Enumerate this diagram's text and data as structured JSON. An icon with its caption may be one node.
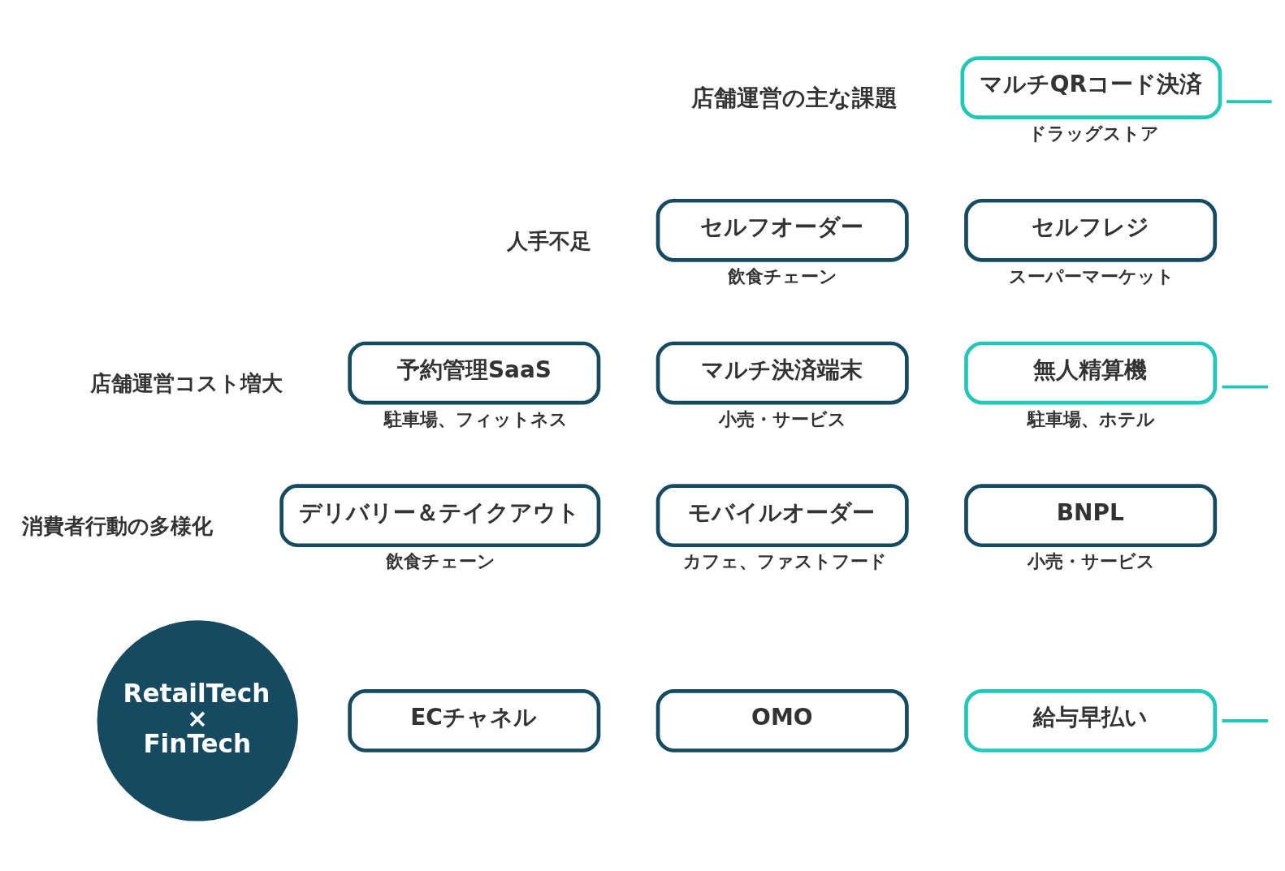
{
  "diagram": {
    "nodes": [
      {
        "text": [
          "RetailTech × FinTech"
        ]
      },
      {
        "text": [
          "マルチQRコード決済"
        ],
        "beside": [
          "ドラッグストア"
        ]
      },
      {
        "text": [
          "セルフレジ"
        ],
        "beside": [
          "スーパーマーケット"
        ]
      },
      {
        "text": [
          "セルフオーダー"
        ],
        "beside": [
          "飲食チェーン"
        ]
      },
      {
        "text": [
          "予約管理SaaS"
        ],
        "beside": [
          "駐車場、フィットネス"
        ]
      },
      {
        "text": [
          "マルチ決済端末"
        ],
        "beside": [
          "小売・サービス"
        ]
      },
      {
        "text": [
          "無人精算機"
        ],
        "beside": [
          "駐車場、ホテル"
        ]
      },
      {
        "text": [
          "デリバリー＆テイクアウト"
        ],
        "beside": [
          "飲食チェーン"
        ]
      },
      {
        "text": [
          "モバイルオーダー"
        ],
        "beside": [
          "カフェ、ファストフード"
        ]
      },
      {
        "text": [
          "BNPL"
        ],
        "beside": [
          "小売・サービス"
        ]
      },
      {
        "text": [
          "ECチャネル"
        ]
      },
      {
        "text": [
          "OMO"
        ]
      },
      {
        "text": [
          "給与早払い"
        ]
      }
    ],
    "edges": [
      {
        "from": 1,
        "to": null,
        "arrow": "none",
        "color": "#1fc8b8"
      },
      {
        "from": 6,
        "to": null,
        "arrow": "none",
        "color": "#1fc8b8"
      },
      {
        "from": 12,
        "to": null,
        "arrow": "none",
        "color": "#1fc8b8"
      }
    ],
    "labels": [
      "店舗運営の主な課題",
      "人手不足",
      "店舗運営コスト増大",
      "消費者行動の多様化"
    ]
  }
}
